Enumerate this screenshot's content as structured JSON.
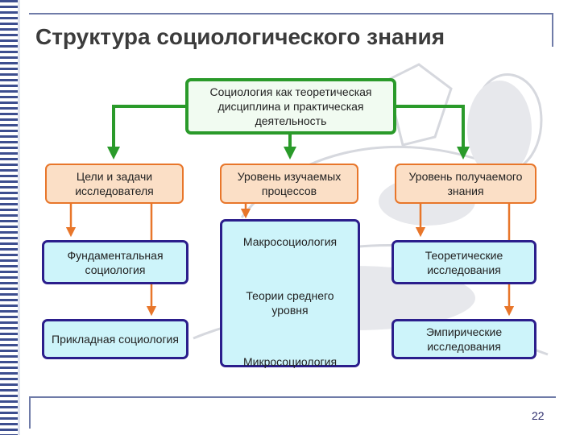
{
  "slide": {
    "title": "Структура социологического знания",
    "page_number": "22"
  },
  "diagram": {
    "root": "Социология как теоретическая дисциплина и практическая деятельность",
    "branches": [
      {
        "header": "Цели и задачи исследователя",
        "items": [
          "Фундаментальная социология",
          "Прикладная социология"
        ]
      },
      {
        "header": "Уровень изучаемых процессов",
        "items": [
          "Макросоциология",
          "Теории среднего уровня",
          "Микросоциология"
        ]
      },
      {
        "header": "Уровень получаемого знания",
        "items": [
          "Теоретические исследования",
          "Эмпирические исследования"
        ]
      }
    ]
  },
  "colors": {
    "root_border": "#2a9a2a",
    "header_border": "#e8762a",
    "header_fill": "#fbdfc6",
    "item_border": "#2b1e8c",
    "item_fill": "#cdf4fa",
    "binding": "#3d4e8f"
  }
}
